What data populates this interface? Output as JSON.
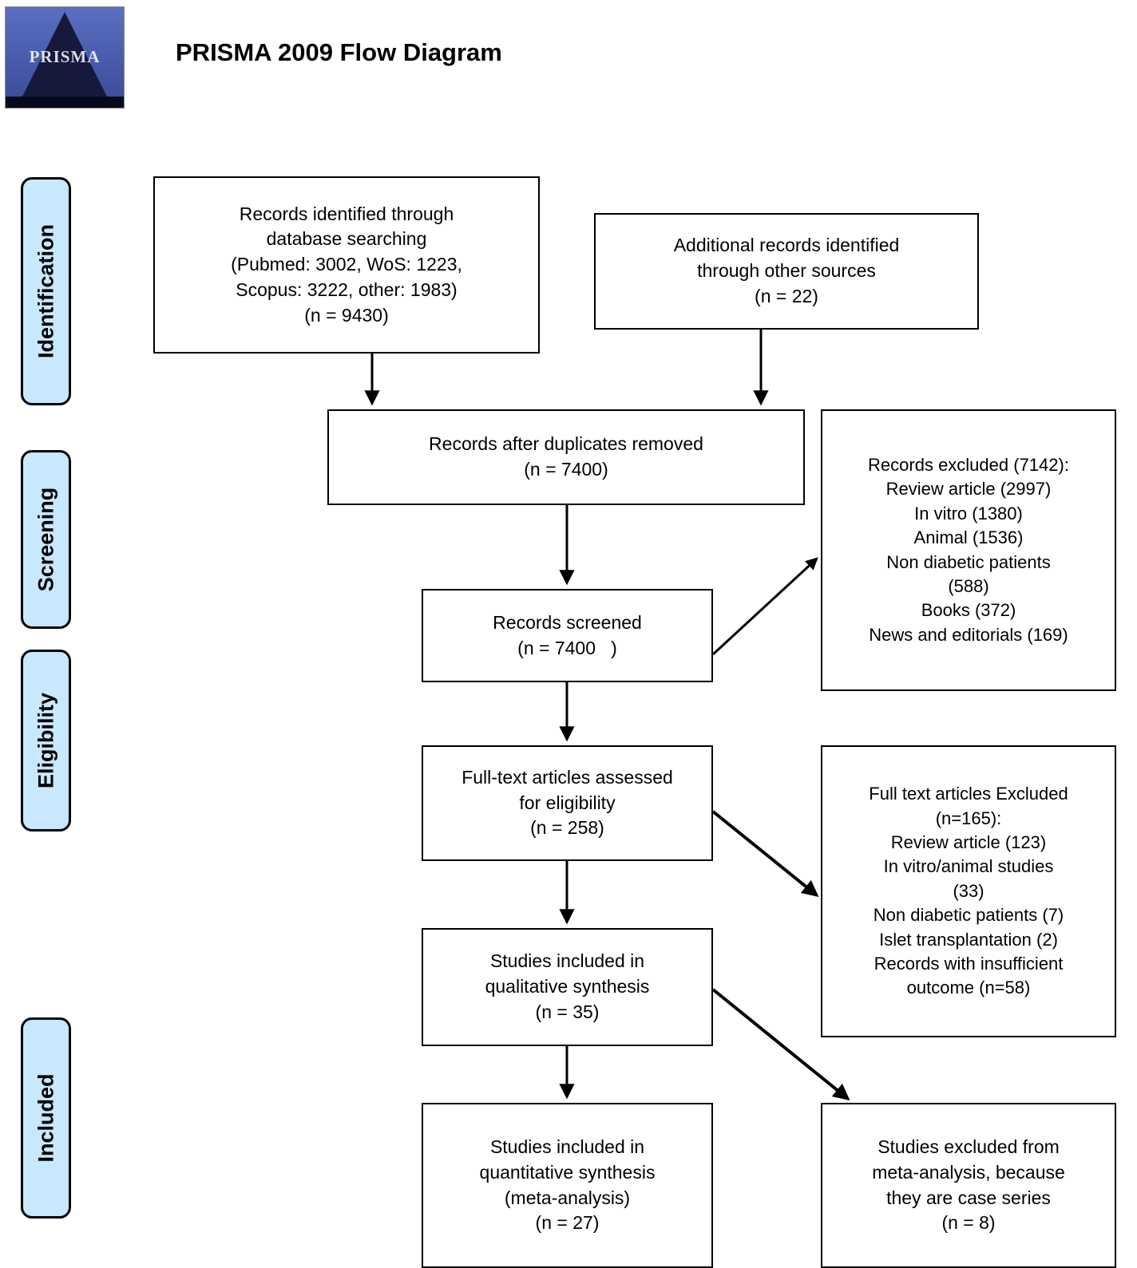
{
  "header": {
    "title": "PRISMA 2009 Flow Diagram",
    "logo_text": "PRISMA",
    "logo_name": "prisma-logo"
  },
  "stages": [
    {
      "id": "identification",
      "label": "Identification"
    },
    {
      "id": "screening",
      "label": "Screening"
    },
    {
      "id": "eligibility",
      "label": "Eligibility"
    },
    {
      "id": "included",
      "label": "Included"
    }
  ],
  "boxes": {
    "db_search": {
      "lines": [
        "Records identified through",
        "database searching",
        "(Pubmed: 3002, WoS: 1223,",
        "Scopus: 3222, other: 1983)",
        "(n = 9430)"
      ]
    },
    "other_sources": {
      "lines": [
        "Additional records identified",
        "through other sources",
        "(n = 22)"
      ]
    },
    "duplicates": {
      "lines": [
        "Records after duplicates removed",
        "(n = 7400)"
      ]
    },
    "excluded_screening": {
      "lines": [
        "Records excluded (7142):",
        "Review article (2997)",
        "In vitro (1380)",
        "Animal (1536)",
        "Non diabetic patients",
        "(588)",
        "Books (372)",
        "News and editorials (169)"
      ]
    },
    "screened": {
      "lines": [
        "Records screened",
        "(n = 7400   )"
      ]
    },
    "fulltext": {
      "lines": [
        "Full-text articles assessed",
        "for eligibility",
        "(n = 258)"
      ]
    },
    "excluded_fulltext": {
      "lines": [
        "Full text articles Excluded",
        "(n=165):",
        "Review article (123)",
        "In vitro/animal studies",
        "(33)",
        "Non diabetic patients (7)",
        "Islet transplantation (2)",
        "Records with insufficient",
        "outcome (n=58)"
      ]
    },
    "qualitative": {
      "lines": [
        "Studies included in",
        "qualitative synthesis",
        "(n = 35)"
      ]
    },
    "quantitative": {
      "lines": [
        "Studies included in",
        "quantitative synthesis",
        "(meta-analysis)",
        "(n = 27)"
      ]
    },
    "excluded_meta": {
      "lines": [
        "Studies excluded from",
        "meta-analysis, because",
        "they are case series",
        "(n = 8)"
      ]
    }
  },
  "colors": {
    "stage_fill": "#c8e8fd",
    "stage_border": "#000000",
    "box_border": "#000000",
    "background": "#ffffff",
    "text": "#000000",
    "logo_blue": "#4a5cae",
    "logo_dark": "#151a3c"
  },
  "chart_data": {
    "type": "diagram",
    "title": "PRISMA 2009 Flow Diagram",
    "nodes": [
      {
        "id": "db_search",
        "stage": "Identification",
        "n": 9430,
        "breakdown": {
          "Pubmed": 3002,
          "WoS": 1223,
          "Scopus": 3222,
          "other": 1983
        }
      },
      {
        "id": "other_sources",
        "stage": "Identification",
        "n": 22
      },
      {
        "id": "duplicates",
        "stage": "Screening",
        "n": 7400
      },
      {
        "id": "screened",
        "stage": "Screening",
        "n": 7400
      },
      {
        "id": "excluded_screening",
        "stage": "Screening",
        "n": 7142,
        "breakdown": {
          "Review article": 2997,
          "In vitro": 1380,
          "Animal": 1536,
          "Non diabetic patients": 588,
          "Books": 372,
          "News and editorials": 169
        }
      },
      {
        "id": "fulltext",
        "stage": "Eligibility",
        "n": 258
      },
      {
        "id": "excluded_fulltext",
        "stage": "Eligibility",
        "n": 165,
        "breakdown": {
          "Review article": 123,
          "In vitro/animal studies": 33,
          "Non diabetic patients": 7,
          "Islet transplantation": 2,
          "Records with insufficient outcome": 58
        }
      },
      {
        "id": "qualitative",
        "stage": "Included",
        "n": 35
      },
      {
        "id": "quantitative",
        "stage": "Included",
        "n": 27
      },
      {
        "id": "excluded_meta",
        "stage": "Included",
        "n": 8
      }
    ],
    "edges": [
      {
        "from": "db_search",
        "to": "duplicates"
      },
      {
        "from": "other_sources",
        "to": "duplicates"
      },
      {
        "from": "duplicates",
        "to": "screened"
      },
      {
        "from": "screened",
        "to": "excluded_screening"
      },
      {
        "from": "screened",
        "to": "fulltext"
      },
      {
        "from": "fulltext",
        "to": "excluded_fulltext"
      },
      {
        "from": "fulltext",
        "to": "qualitative"
      },
      {
        "from": "qualitative",
        "to": "excluded_meta"
      },
      {
        "from": "qualitative",
        "to": "quantitative"
      }
    ]
  }
}
